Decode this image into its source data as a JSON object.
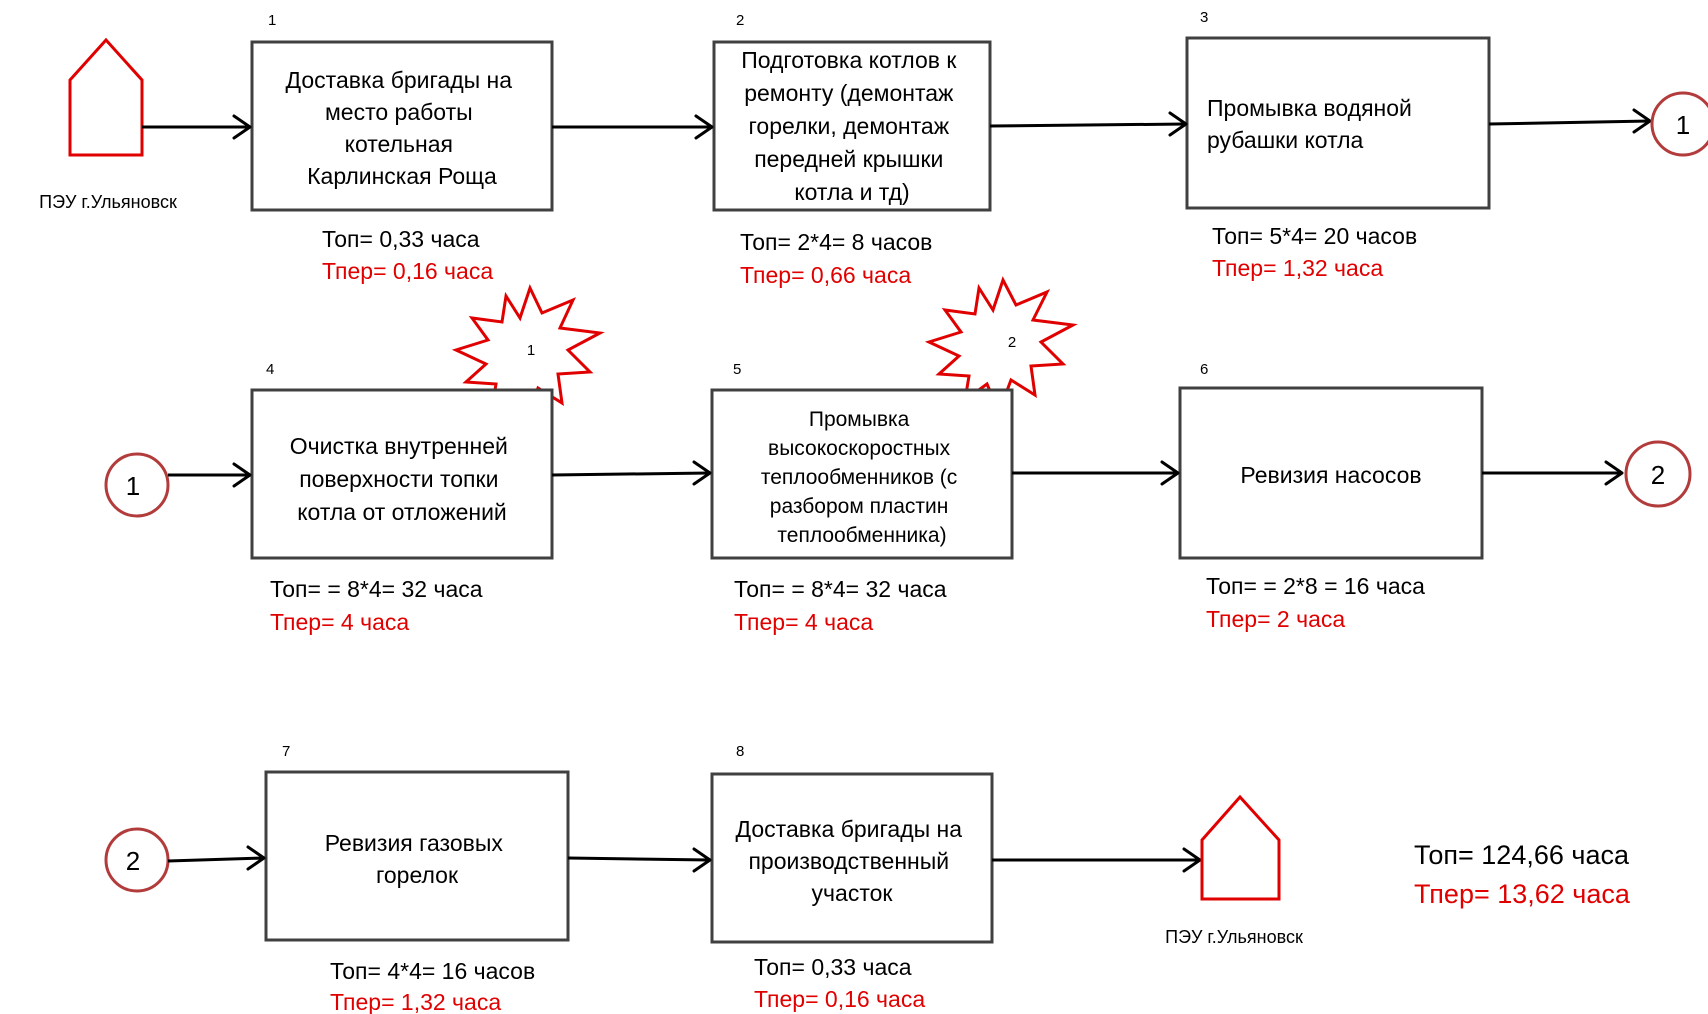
{
  "start": {
    "label": "ПЭУ г.Ульяновск"
  },
  "end": {
    "label": "ПЭУ г.Ульяновск"
  },
  "steps": [
    {
      "num": "1",
      "lines": [
        "Доставка бригады на",
        "место работы",
        "котельная",
        "Карлинская Роща"
      ],
      "t_op": "Топ= 0,33 часа",
      "t_per": "Тпер= 0,16 часа"
    },
    {
      "num": "2",
      "lines": [
        "Подготовка котлов к",
        "ремонту (демонтаж",
        "горелки, демонтаж",
        "передней крышки",
        "котла и тд)"
      ],
      "t_op": "Топ= 2*4= 8 часов",
      "t_per": "Тпер= 0,66 часа"
    },
    {
      "num": "3",
      "lines": [
        "Промывка водяной",
        "рубашки котла"
      ],
      "t_op": "Топ= 5*4= 20 часов",
      "t_per": "Тпер= 1,32 часа"
    },
    {
      "num": "4",
      "lines": [
        "Очистка внутренней",
        "поверхности топки",
        "котла от отложений"
      ],
      "t_op": "Топ= = 8*4= 32 часа",
      "t_per": "Тпер= 4 часа"
    },
    {
      "num": "5",
      "lines": [
        "Промывка",
        "высокоскоростных",
        "теплообменников (с",
        "разбором пластин",
        "теплообменника)"
      ],
      "t_op": "Топ= = 8*4= 32 часа",
      "t_per": "Тпер= 4 часа"
    },
    {
      "num": "6",
      "lines": [
        "Ревизия насосов"
      ],
      "t_op": "Топ= = 2*8 = 16 часа",
      "t_per": "Тпер= 2 часа"
    },
    {
      "num": "7",
      "lines": [
        "Ревизия газовых",
        "горелок"
      ],
      "t_op": "Топ= 4*4= 16 часов",
      "t_per": "Тпер= 1,32 часа"
    },
    {
      "num": "8",
      "lines": [
        "Доставка бригады на",
        "производственный",
        "участок"
      ],
      "t_op": "Топ= 0,33 часа",
      "t_per": "Тпер= 0,16 часа"
    }
  ],
  "connectors": [
    "1",
    "2"
  ],
  "bursts": [
    "1",
    "2"
  ],
  "totals": {
    "t_op": "Топ= 124,66 часа",
    "t_per": "Тпер= 13,62 часа"
  },
  "colors": {
    "accent_red": "#e00000",
    "connector_stroke": "#b23b3b",
    "box_stroke": "#404040"
  }
}
